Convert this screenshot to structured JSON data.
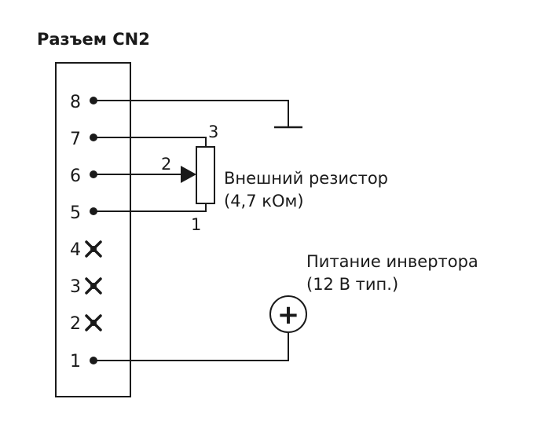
{
  "title": "Разъем CN2",
  "pins": [
    {
      "number": "8",
      "connected": true
    },
    {
      "number": "7",
      "connected": true
    },
    {
      "number": "6",
      "connected": true
    },
    {
      "number": "5",
      "connected": true
    },
    {
      "number": "4",
      "connected": false
    },
    {
      "number": "3",
      "connected": false
    },
    {
      "number": "2",
      "connected": false
    },
    {
      "number": "1",
      "connected": true
    }
  ],
  "resistor": {
    "terminal_1": "1",
    "terminal_2": "2",
    "terminal_3": "3",
    "label_line1": "Внешний резистор",
    "label_line2": "(4,7 кОм)"
  },
  "power": {
    "symbol": "+",
    "label_line1": "Питание инвертора",
    "label_line2": "(12 В тип.)"
  }
}
